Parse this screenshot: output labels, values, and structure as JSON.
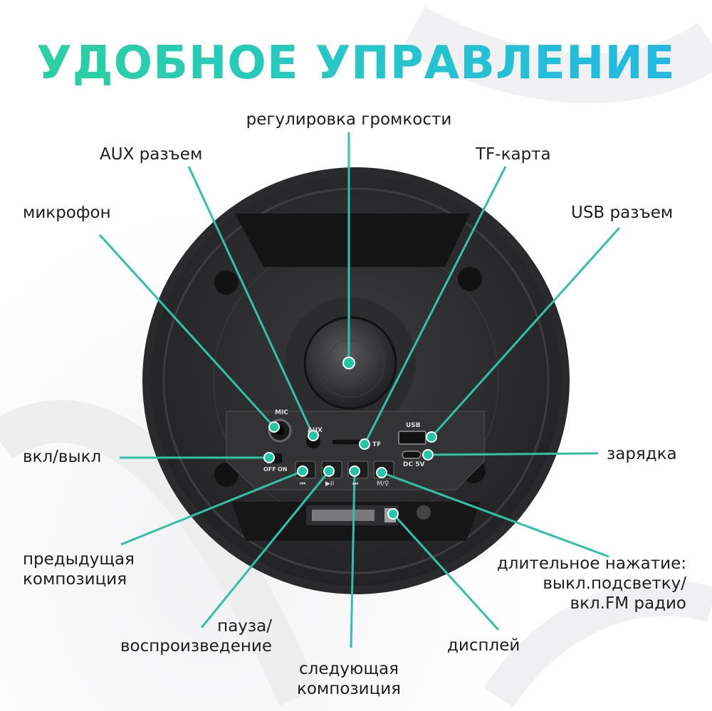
{
  "title": "УДОБНОЕ УПРАВЛЕНИЕ",
  "labels": {
    "volume": "регулировка громкости",
    "aux": "AUX разъем",
    "tf": "TF-карта",
    "mic": "микрофон",
    "usb": "USB разъем",
    "power": "вкл/выкл",
    "charge": "зарядка",
    "prev_1": "предыдущая",
    "prev_2": "композиция",
    "pause_1": "пауза/",
    "pause_2": "воспроизведение",
    "next_1": "следующая",
    "next_2": "композиция",
    "display": "дисплей",
    "long_1": "длительное нажатие:",
    "long_2": "выкл.подсветку/",
    "long_3": "вкл.FM радио"
  },
  "panel": {
    "mic": "MIC",
    "aux": "AUX",
    "tf": "TF",
    "usb": "USB",
    "dc": "DC 5V",
    "off": "OFF",
    "on": "ON",
    "btn_prev": "⏮",
    "btn_play": "▶II",
    "btn_next": "⏭",
    "btn_mode": "M/♀"
  },
  "colors": {
    "accent": "#1ec9a0",
    "line": "#2fc3a6",
    "speaker": "#2e2e30"
  }
}
